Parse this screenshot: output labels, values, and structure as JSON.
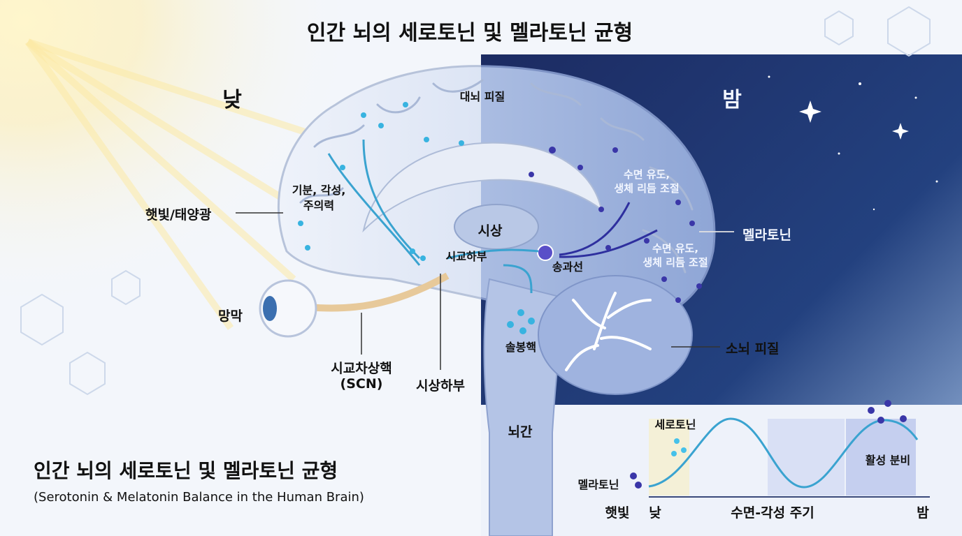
{
  "header": {
    "title": "인간 뇌의 세로토닌 및 멜라토닌 균형"
  },
  "sides": {
    "day": "낮",
    "night": "밤"
  },
  "labels": {
    "cortex": "대뇌 피질",
    "mood": [
      "기분, 각성,",
      "주의력"
    ],
    "sunlight": "햇빛/태양광",
    "retina": "망막",
    "scn": [
      "시교차상핵",
      "(SCN)"
    ],
    "hypothalamus_top": "시교하부",
    "hypothalamus": "시상하부",
    "thalamus": "시상",
    "pineal": "송과선",
    "raphe": "솔봉핵",
    "brainstem": "뇌간",
    "cerebellum": "소뇌 피질",
    "melatonin": "멜라토닌",
    "sleep_upper": [
      "수면 유도,",
      "생체 리듬 조절"
    ],
    "sleep_lower": [
      "수면 유도,",
      "생체 리듬 조절"
    ]
  },
  "footer": {
    "title": "인간 뇌의 세로토닌 및 멜라토닌 균형",
    "subtitle": "(Serotonin & Melatonin Balance in the Human Brain)"
  },
  "cycle_chart": {
    "serotonin": "세로토닌",
    "melatonin": "멜라토닌",
    "secretion": "활성 분비",
    "x_left": "햇빛",
    "x_day": "낮",
    "x_mid": "수면-각성 주기",
    "x_night": "밤"
  },
  "colors": {
    "night_bg": "#1a2a5e",
    "serotonin_dot": "#2aa6d6",
    "melatonin_dot": "#3a3aa8",
    "brain": "#c9d6ee",
    "curve": "#3aa3d0"
  }
}
